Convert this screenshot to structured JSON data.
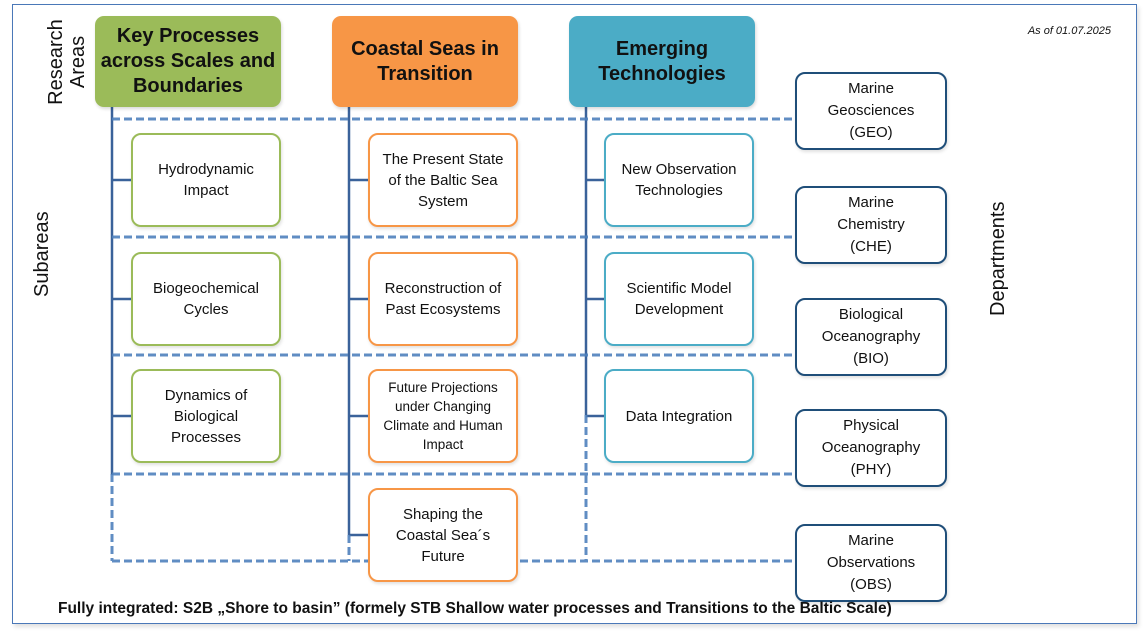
{
  "labels": {
    "research_areas": "Research Areas",
    "research_areas_line1": "Research",
    "research_areas_line2": "Areas",
    "subareas": "Subareas",
    "departments": "Departments",
    "as_of": "As of 01.07.2025"
  },
  "colors": {
    "green": "#9bbb59",
    "orange": "#f79646",
    "teal": "#4bacc6",
    "department_border": "#1f4e79",
    "connector": "#3a629a",
    "dashed": "#4f81bd"
  },
  "research_areas": [
    {
      "title": "Key Processes across Scales and Boundaries",
      "color": "#9bbb59",
      "subareas": [
        "Hydrodynamic Impact",
        "Biogeochemical Cycles",
        "Dynamics of Biological Processes"
      ]
    },
    {
      "title": "Coastal Seas in Transition",
      "color": "#f79646",
      "subareas": [
        "The Present State of the Baltic Sea System",
        "Reconstruction of Past Ecosystems",
        "Future Projections under Changing Climate and Human Impact",
        "Shaping the Coastal Sea´s Future"
      ]
    },
    {
      "title": "Emerging Technologies",
      "color": "#4bacc6",
      "subareas": [
        "New Observation Technologies",
        "Scientific Model Development",
        "Data Integration"
      ]
    }
  ],
  "departments": [
    {
      "name": "Marine\nGeosciences\n(GEO)"
    },
    {
      "name": "Marine\nChemistry\n(CHE)"
    },
    {
      "name": "Biological\nOceanography\n(BIO)"
    },
    {
      "name": "Physical\nOceanography\n(PHY)"
    },
    {
      "name": "Marine\nObservations\n(OBS)"
    }
  ],
  "footer": "Fully integrated: S2B „Shore to basin” (formely STB Shallow water processes and Transitions  to the Baltic Scale)"
}
